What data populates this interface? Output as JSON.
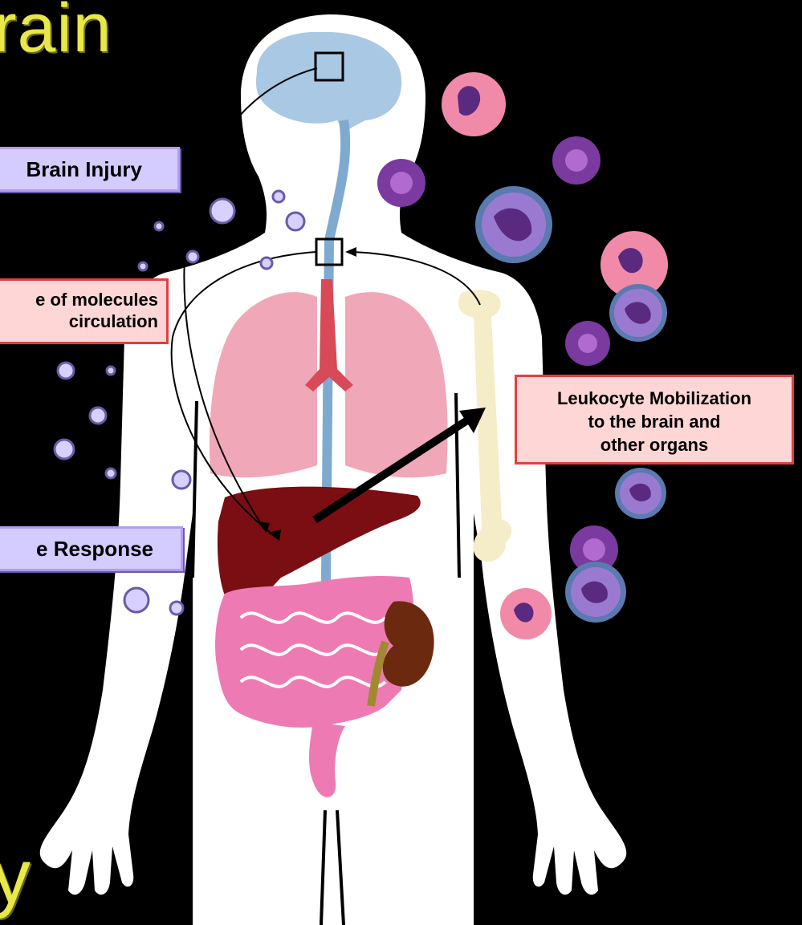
{
  "title_top": "rain",
  "title_bottom": "y",
  "labels": {
    "brain_injury": "Brain Injury",
    "molecules_line1": "e of molecules",
    "molecules_line2": "circulation",
    "response": "e Response",
    "leukocyte_line1": "Leukocyte Mobilization",
    "leukocyte_line2": "to the brain and",
    "leukocyte_line3": "other organs"
  },
  "colors": {
    "background": "#000000",
    "title": "#e8e84a",
    "body_silhouette": "#ffffff",
    "brain": "#a8c8e4",
    "lungs": "#f0a8b8",
    "liver": "#7a0e12",
    "intestine": "#ee7ab4",
    "kidney": "#6b2a10",
    "bone": "#f5ecc8",
    "molecule_circles": "#d8d0ff",
    "box_purple": "#d4ccff",
    "box_red": "#ffd6d6"
  }
}
